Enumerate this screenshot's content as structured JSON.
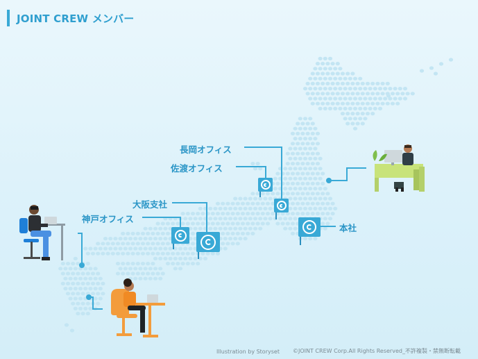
{
  "page": {
    "title": "JOINT CREW メンバー",
    "accent_color": "#39a9d6"
  },
  "offices": [
    {
      "id": "nagaoka",
      "label": "長岡オフィス"
    },
    {
      "id": "sado",
      "label": "佐渡オフィス"
    },
    {
      "id": "osaka",
      "label": "大阪支社"
    },
    {
      "id": "kobe",
      "label": "神戸オフィス"
    },
    {
      "id": "honsha",
      "label": "本社"
    }
  ],
  "icons": {
    "office_pin": "joint-crew-logo-icon",
    "member_figures": [
      "person-at-desk-computer",
      "person-at-standing-desk-laptop",
      "person-on-phone-with-laptop"
    ]
  },
  "footer": {
    "illustration_credit": "Illustration by Storyset",
    "copyright": "©JOINT CREW Corp.All Rights Reserved_不許複製・禁無断転載"
  }
}
